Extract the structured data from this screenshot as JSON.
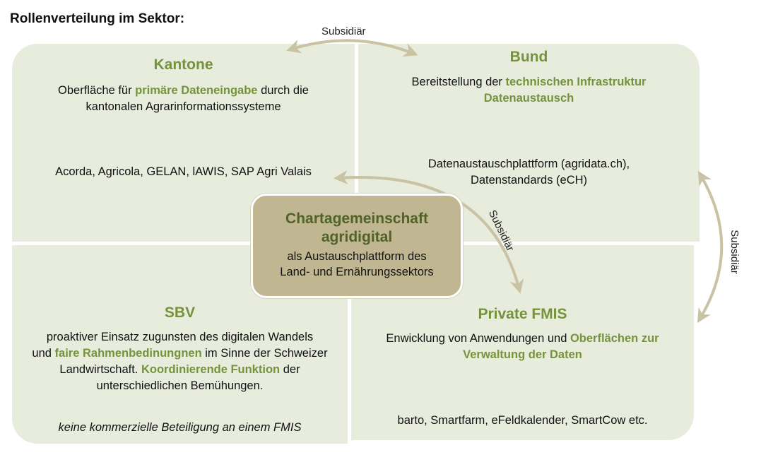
{
  "title": "Rollenverteilung im Sektor:",
  "kantone": {
    "heading": "Kantone",
    "line1_pre": "Oberfläche für ",
    "line1_hl": "primäre Dateneingabe",
    "line1_post": " durch die",
    "line2": "kantonalen Agrarinformationssysteme",
    "systems": "Acorda, Agricola, GELAN, lAWIS, SAP Agri Valais"
  },
  "bund": {
    "heading": "Bund",
    "line1_pre": "Bereitstellung der ",
    "line1_hl": "technischen Infrastruktur",
    "line2_hl": "Datenaustausch",
    "platform_line1": "Datenaustauschplattform (agridata.ch),",
    "platform_line2": "Datenstandards (eCH)"
  },
  "sbv": {
    "heading": "SBV",
    "line1": "proaktiver Einsatz zugunsten des digitalen Wandels",
    "line2_pre": "und ",
    "line2_hl": "faire Rahmenbedinungnen",
    "line2_post": " im Sinne der Schweizer",
    "line3_pre": "Landwirtschaft. ",
    "line3_hl": "Koordinierende Funktion",
    "line3_post": " der",
    "line4": "unterschiedlichen Bemühungen.",
    "note": "keine kommerzielle Beteiligung an einem FMIS"
  },
  "fmis": {
    "heading": "Private FMIS",
    "line1_pre": "Enwicklung von Anwendungen und ",
    "line1_hl": "Oberflächen zur",
    "line2_hl": "Verwaltung der Daten",
    "examples": "barto, Smartfarm, eFeldkalender,  SmartCow etc."
  },
  "center": {
    "title_line1": "Chartagemeinschaft",
    "title_line2": "agridigital",
    "sub_line1": "als Austauschplattform des",
    "sub_line2": "Land- und Ernährungssektors"
  },
  "arrows": {
    "top_label": "Subsidiär",
    "middle_label": "Subsidiär",
    "right_label": "Subsidiär"
  },
  "colors": {
    "quadrant_fill": "#e7ecdc",
    "highlight_green": "#76923c",
    "center_fill": "#c0b792",
    "center_title": "#4f6228",
    "arrow": "#c9c2a3"
  }
}
